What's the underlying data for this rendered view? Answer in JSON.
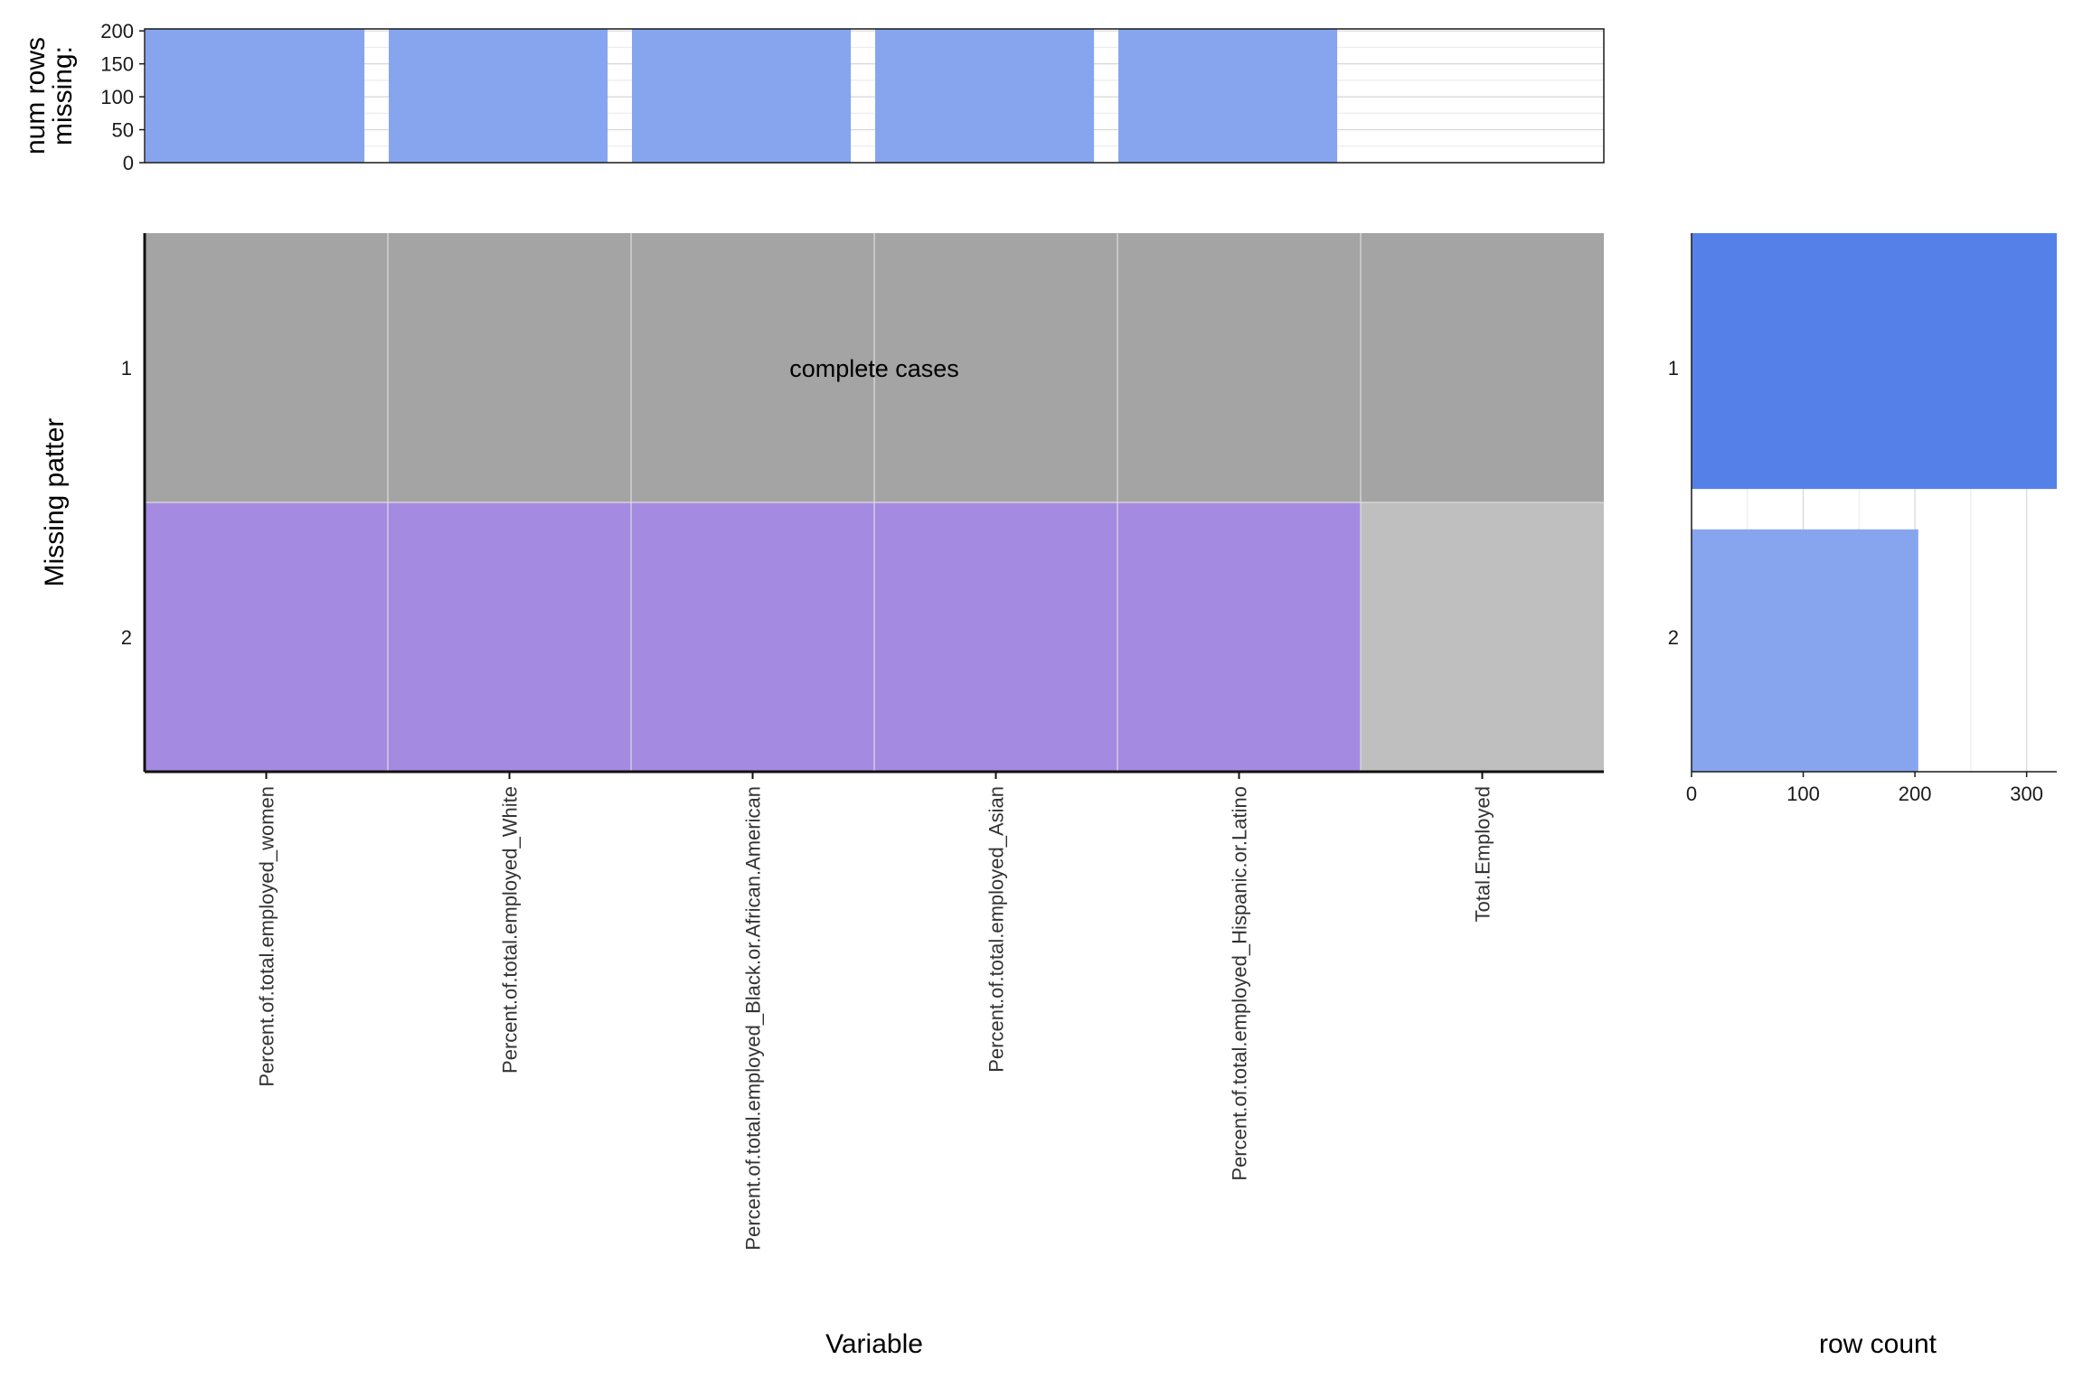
{
  "chart_data": [
    {
      "panel": "top",
      "type": "bar",
      "ylabel_lines": [
        "num rows",
        "missing:"
      ],
      "categories": [
        "Percent.of.total.employed_women",
        "Percent.of.total.employed_White",
        "Percent.of.total.employed_Black.or.African.American",
        "Percent.of.total.employed_Asian",
        "Percent.of.total.employed_Hispanic.or.Latino",
        "Total.Employed"
      ],
      "values": [
        203,
        203,
        203,
        203,
        203,
        0
      ],
      "ylim": [
        0,
        203
      ],
      "yticks": [
        "0",
        "50",
        "100",
        "150",
        "200"
      ],
      "bar_color": "#87a5ef",
      "grid": true
    },
    {
      "panel": "main",
      "type": "heatmap",
      "xlabel": "Variable",
      "ylabel": "Missing patter",
      "rows": [
        "1",
        "2"
      ],
      "columns": [
        "Percent.of.total.employed_women",
        "Percent.of.total.employed_White",
        "Percent.of.total.employed_Black.or.African.American",
        "Percent.of.total.employed_Asian",
        "Percent.of.total.employed_Hispanic.or.Latino",
        "Total.Employed"
      ],
      "cells": [
        [
          "complete",
          "complete",
          "complete",
          "complete",
          "complete",
          "complete"
        ],
        [
          "missing",
          "missing",
          "missing",
          "missing",
          "missing",
          "not_missing"
        ]
      ],
      "annotations": [
        {
          "row": "1",
          "text": "complete cases"
        }
      ],
      "colors": {
        "complete": "#a4a4a4",
        "missing": "#a58ae2",
        "not_missing": "#bfbfbf"
      }
    },
    {
      "panel": "right",
      "type": "bar",
      "orientation": "horizontal",
      "xlabel": "row count",
      "categories": [
        "1",
        "2"
      ],
      "values": [
        327,
        203
      ],
      "xlim": [
        0,
        327
      ],
      "xticks": [
        "0",
        "100",
        "200",
        "300"
      ],
      "colors": {
        "complete": "#5480e8",
        "pattern": "#87a5ef"
      },
      "grid": true
    }
  ]
}
